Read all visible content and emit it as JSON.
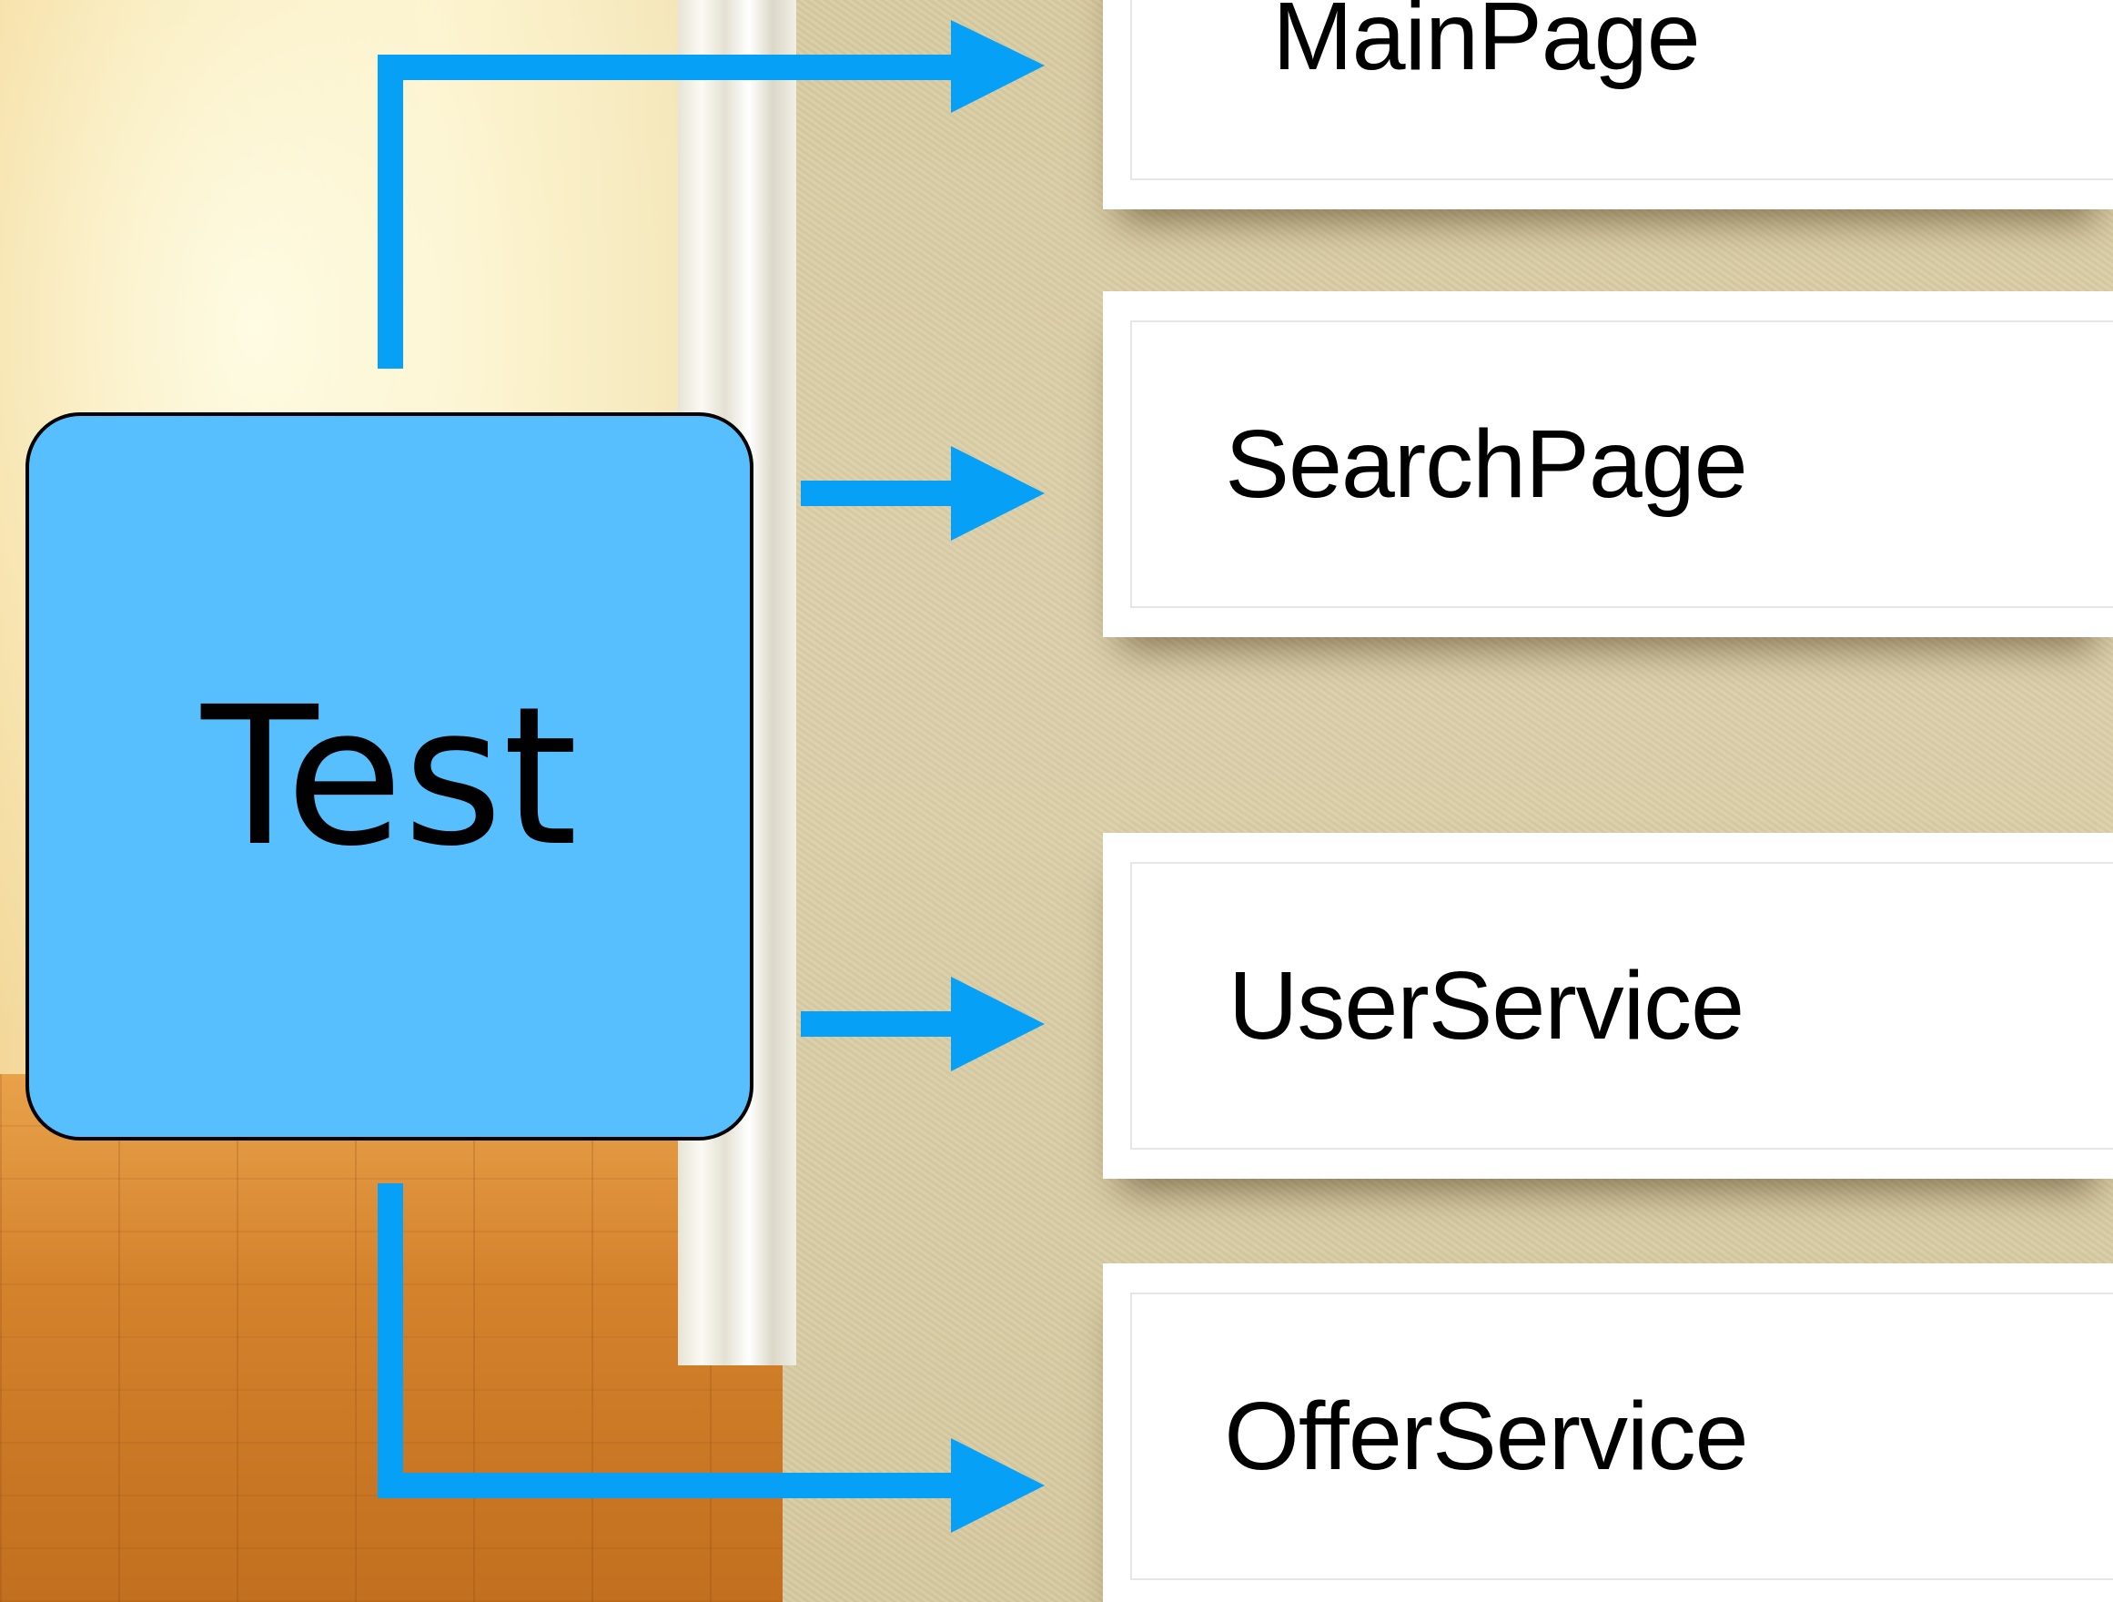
{
  "diagram": {
    "source": {
      "label": "Test"
    },
    "targets": [
      {
        "label": "MainPage"
      },
      {
        "label": "SearchPage"
      },
      {
        "label": "UserService"
      },
      {
        "label": "OfferService"
      }
    ]
  },
  "colors": {
    "source_fill": "#57bffd",
    "arrow": "#06a1f7",
    "target_fill": "#ffffff"
  }
}
